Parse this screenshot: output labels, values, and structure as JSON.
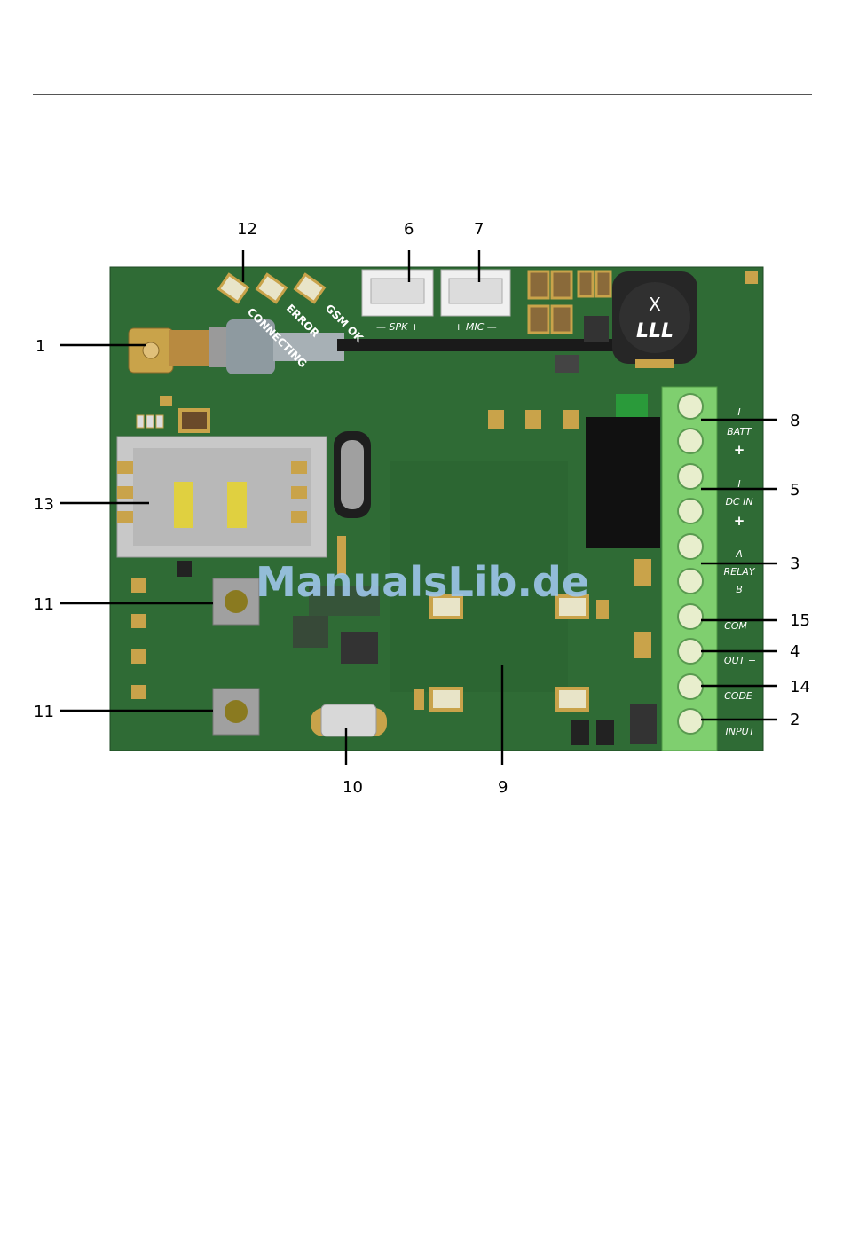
{
  "colors": {
    "board": "#2f6b35",
    "board_dark": "#245a2b",
    "pad_gold": "#c9a34a",
    "terminal_green": "#7fcf6f",
    "callout_line": "#000000"
  },
  "watermark": "ManualsLib.de",
  "callouts": {
    "c1": "1",
    "c2": "2",
    "c3": "3",
    "c4": "4",
    "c5": "5",
    "c6": "6",
    "c7": "7",
    "c8": "8",
    "c9": "9",
    "c10": "10",
    "c11a": "11",
    "c11b": "11",
    "c12": "12",
    "c13": "13",
    "c14": "14",
    "c15": "15"
  },
  "silkscreen": {
    "led_connecting": "CONNECTING",
    "led_error": "ERROR",
    "led_gsm_ok": "GSM OK",
    "spk": "— SPK +",
    "mic": "+ MIC —",
    "batt_minus": "I",
    "batt": "BATT",
    "batt_plus": "+",
    "dc_minus": "I",
    "dc_in": "DC IN",
    "dc_plus": "+",
    "relay_a": "A",
    "relay": "RELAY",
    "relay_b": "B",
    "com": "COM",
    "out": "OUT +",
    "code": "CODE",
    "input": "INPUT",
    "inductor_mark": "X",
    "inductor_code": "LLL"
  }
}
